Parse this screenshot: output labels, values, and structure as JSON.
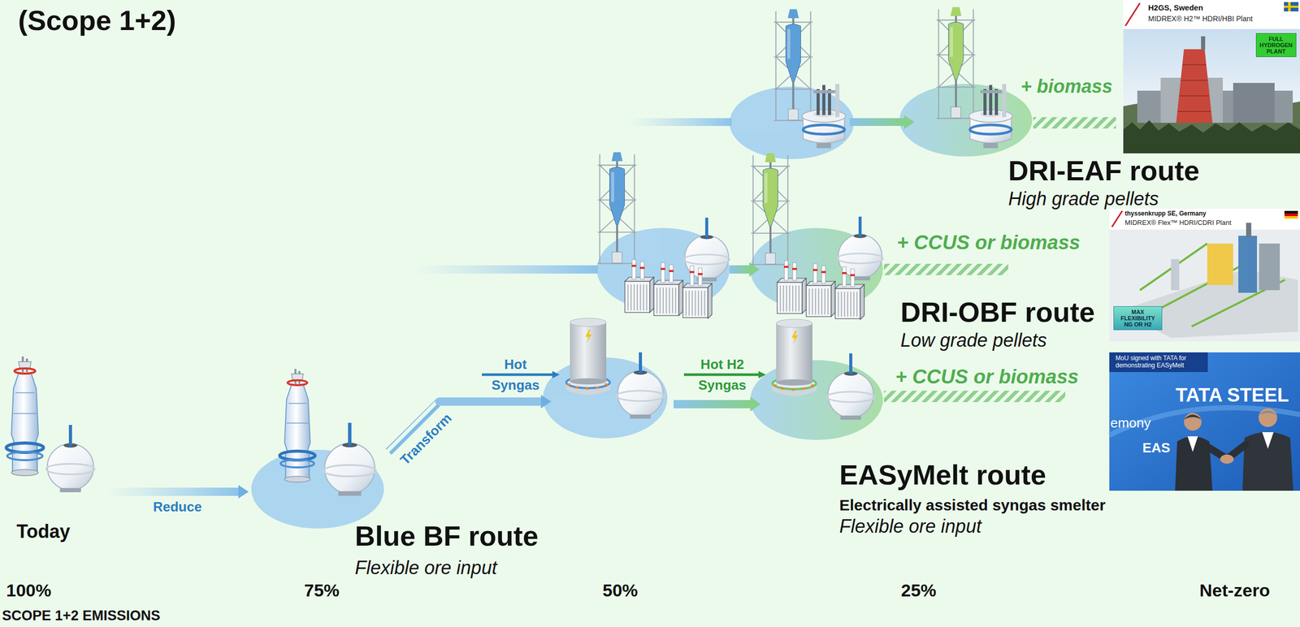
{
  "diagram": {
    "title": "(Scope 1+2)",
    "nodes": [
      {
        "text": [
          "Today"
        ]
      },
      {
        "text": [
          "Blue BF route",
          "Flexible ore input"
        ]
      },
      {
        "text": [
          "EASyMelt route",
          "Electrically assisted syngas smelter",
          "Flexible ore input"
        ]
      },
      {
        "text": [
          "DRI-OBF route",
          "Low grade pellets"
        ]
      },
      {
        "text": [
          "DRI-EAF route",
          "High grade pellets"
        ]
      },
      {
        "text": [
          "H2GS, Sweden",
          "MIDREX® H2™ HDRI/HBI Plant"
        ]
      },
      {
        "text": [
          "FULL HYDROGEN PLANT"
        ],
        "in": 5
      },
      {
        "text": [
          "thyssenkrupp SE, Germany",
          "MIDREX® Flex™ HDRI/CDRI Plant"
        ]
      },
      {
        "text": [
          "MAX FLEXIBILITY NG OR H2"
        ],
        "in": 7
      },
      {
        "text": [
          "TATA STEEL",
          "emony",
          "EAS"
        ]
      },
      {
        "text": [
          "MoU signed with TATA for demonstrating EASyMelt"
        ],
        "in": 9
      }
    ],
    "edges": [
      {
        "from": 0,
        "to": 1,
        "arrow": "to",
        "label": "Reduce"
      },
      {
        "from": 1,
        "to": 2,
        "arrow": "to",
        "label": "Transform"
      }
    ],
    "labels": [
      "Hot Syngas",
      "Hot H2 Syngas",
      "+ biomass",
      "+ CCUS or biomass",
      "+ CCUS or biomass",
      "100%",
      "75%",
      "50%",
      "25%",
      "Net-zero",
      "SCOPE 1+2 EMISSIONS"
    ]
  }
}
